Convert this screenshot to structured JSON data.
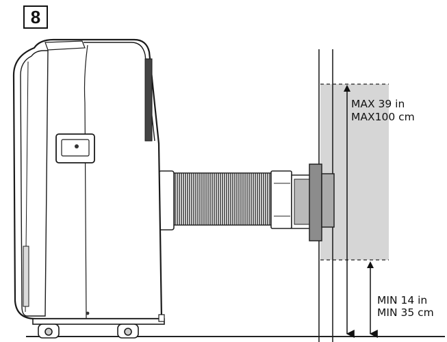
{
  "step_number": "8",
  "labels": {
    "max_in": "MAX 39 in",
    "max_cm": "MAX100 cm",
    "min_in": "MIN 14 in",
    "min_cm": "MIN 35 cm"
  },
  "colors": {
    "line": "#1a1a1a",
    "window_zone": "#d6d6d6",
    "adapter_dark": "#8c8c8c",
    "adapter_mid": "#a9a9a9",
    "unit_body": "#ffffff"
  }
}
